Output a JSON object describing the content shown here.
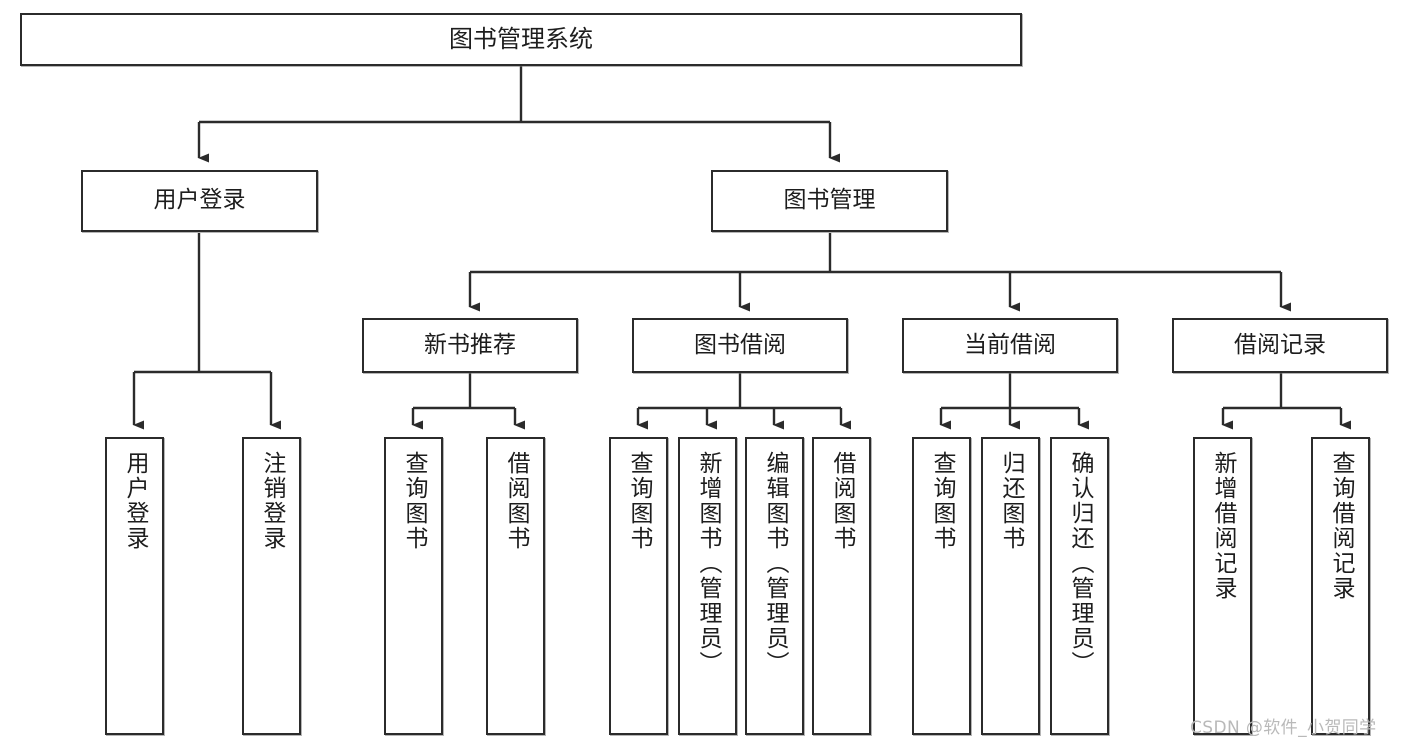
{
  "diagram": {
    "type": "tree",
    "title": "图书管理系统",
    "orientation": "top-down",
    "line_color": "#2b2b2b",
    "box_fill": "#ffffff",
    "text_color": "#1d1d1d",
    "levels": 4
  },
  "nodes": {
    "root": {
      "label": "图书管理系统"
    },
    "level2": [
      {
        "label": "用户登录"
      },
      {
        "label": "图书管理"
      }
    ],
    "level3": [
      {
        "label": "新书推荐"
      },
      {
        "label": "图书借阅"
      },
      {
        "label": "当前借阅"
      },
      {
        "label": "借阅记录"
      }
    ],
    "leaves": {
      "user_login": [
        {
          "label": "用户登录"
        },
        {
          "label": "注销登录"
        }
      ],
      "new_book": [
        {
          "label": "查询图书"
        },
        {
          "label": "借阅图书"
        }
      ],
      "book_borrow": [
        {
          "label": "查询图书"
        },
        {
          "label": "新增图书（管理员）"
        },
        {
          "label": "编辑图书（管理员）"
        },
        {
          "label": "借阅图书"
        }
      ],
      "current_borrow": [
        {
          "label": "查询图书"
        },
        {
          "label": "归还图书"
        },
        {
          "label": "确认归还（管理员）"
        }
      ],
      "borrow_record": [
        {
          "label": "新增借阅记录"
        },
        {
          "label": "查询借阅记录"
        }
      ]
    }
  },
  "watermark": {
    "text": "CSDN @软件_小贺同学"
  }
}
